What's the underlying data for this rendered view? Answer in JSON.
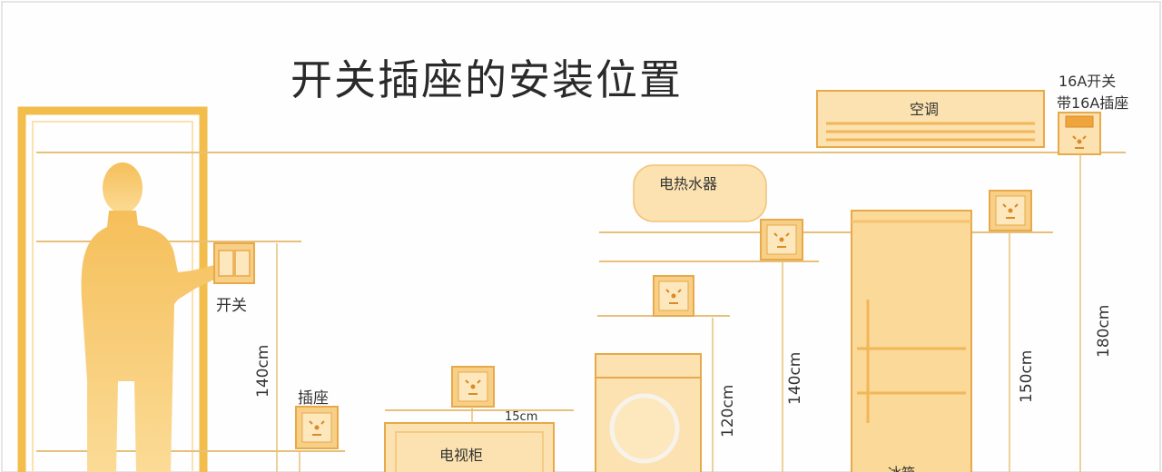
{
  "title": "开关插座的安装位置",
  "labels": {
    "switch": "开关",
    "socket": "插座",
    "ac": "空调",
    "ac_note_line1": "16A开关",
    "ac_note_line2": "带16A插座",
    "water_heater": "电热水器",
    "tv_cabinet": "电视柜",
    "fridge_partial": "冰箱"
  },
  "dimensions": {
    "switch_height": "140cm",
    "tv_offset": "15cm",
    "washer_height": "120cm",
    "heater_height": "140cm",
    "fridge_height": "150cm",
    "ac_height": "180cm"
  },
  "colors": {
    "frame": "#f2bd4a",
    "fill_light": "#fbe2b0",
    "fill_mid": "#f8cf86",
    "line": "#e7b55c",
    "text": "#333333"
  }
}
